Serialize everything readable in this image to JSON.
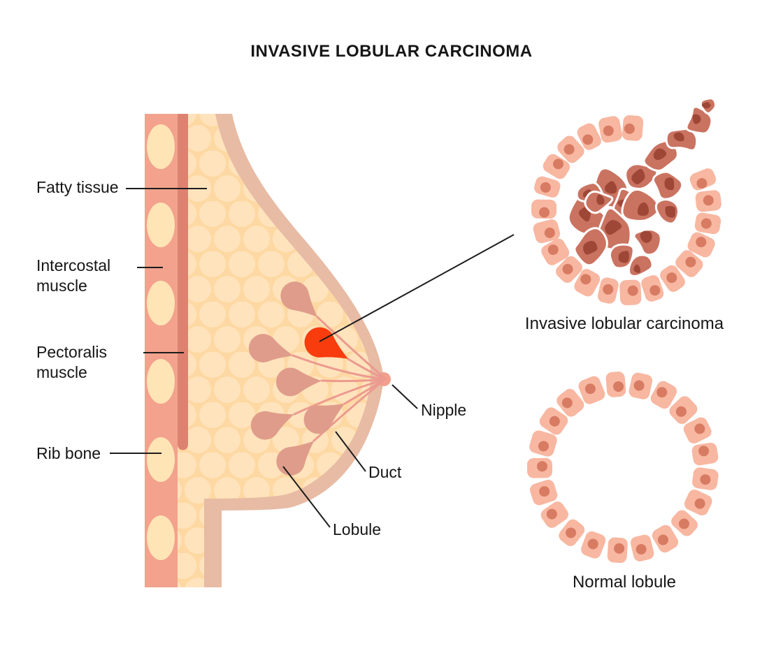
{
  "title": "INVASIVE LOBULAR CARCINOMA",
  "labels": {
    "fatty_tissue": "Fatty tissue",
    "intercostal_muscle": "Intercostal muscle",
    "pectoralis_muscle": "Pectoralis muscle",
    "rib_bone": "Rib bone",
    "nipple": "Nipple",
    "duct": "Duct",
    "lobule": "Lobule"
  },
  "insets": {
    "carcinoma_caption": "Invasive lobular carcinoma",
    "normal_caption": "Normal lobule"
  },
  "colors": {
    "background": "#ffffff",
    "text": "#161616",
    "line": "#1d1d1d",
    "fat_base": "#fed8a2",
    "fat_dot": "#ffe3bc",
    "skin": "#e7bba4",
    "intercostal_muscle": "#f2a28d",
    "rib_bone": "#ffe4b5",
    "pectoralis_muscle": "#dd8271",
    "lobule": "#df9c8b",
    "duct": "#ec9a8f",
    "nipple": "#f1a08e",
    "tumor": "#f83c0e",
    "cell_body": "#f8b7a1",
    "cell_nucleus": "#d87b63",
    "cancer_body": "#ca7361",
    "cancer_nucleus": "#9e4737"
  }
}
